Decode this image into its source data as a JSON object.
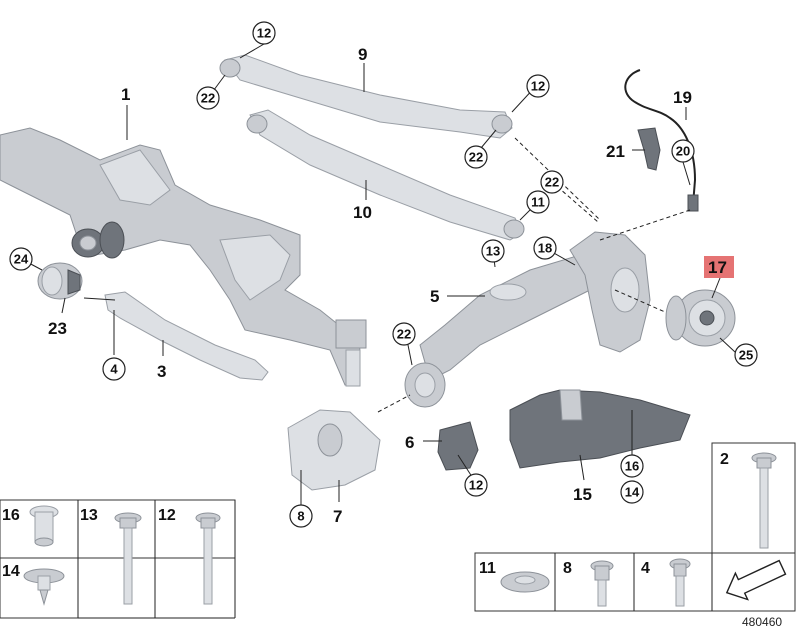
{
  "diagram_id": "480460",
  "callouts": {
    "c1": "1",
    "c2": "2",
    "c3": "3",
    "c4": "4",
    "c5": "5",
    "c6": "6",
    "c7": "7",
    "c8": "8",
    "c9": "9",
    "c10": "10",
    "c11": "11",
    "c12a": "12",
    "c12b": "12",
    "c12c": "12",
    "c13": "13",
    "c14": "14",
    "c15": "15",
    "c16": "16",
    "c17": "17",
    "c18": "18",
    "c19": "19",
    "c20": "20",
    "c21": "21",
    "c22a": "22",
    "c22b": "22",
    "c22c": "22",
    "c22d": "22",
    "c23": "23",
    "c24": "24",
    "c25": "25"
  },
  "legend_bottom_left": {
    "cell_16": "16",
    "cell_13": "13",
    "cell_12": "12",
    "cell_14": "14"
  },
  "legend_bottom_right": {
    "cell_2": "2",
    "cell_11": "11",
    "cell_8": "8",
    "cell_4": "4"
  },
  "highlight_color": "#e57373",
  "part_color": "#c9ccd1"
}
